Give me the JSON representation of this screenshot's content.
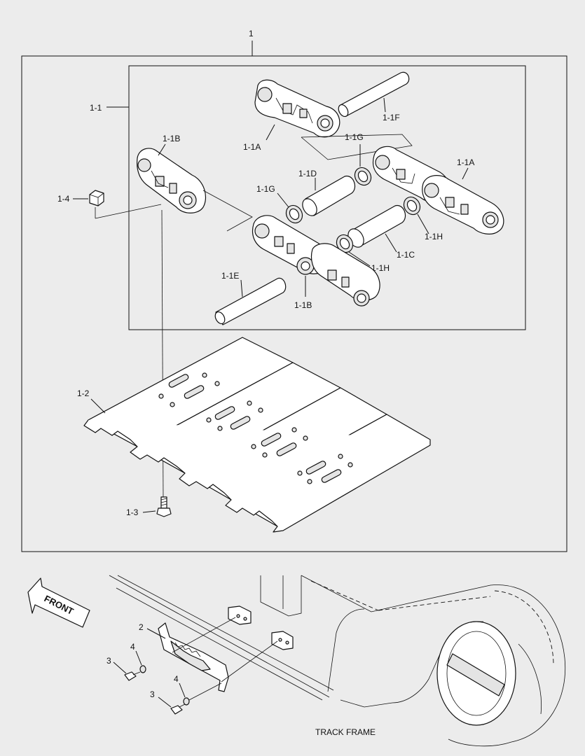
{
  "labels": {
    "assembly": "1",
    "link_assembly": "1-1",
    "link_left_a": "1-1A",
    "link_right_a": "1-1A",
    "link_left_b": "1-1B",
    "link_right_b": "1-1B",
    "bushing": "1-1C",
    "pin_d": "1-1D",
    "pin_e": "1-1E",
    "pin_f": "1-1F",
    "seal_g_top": "1-1G",
    "seal_g_left": "1-1G",
    "seal_h_right": "1-1H",
    "seal_h_bottom": "1-1H",
    "shoe": "1-2",
    "bolt": "1-3",
    "nut": "1-4",
    "guard": "2",
    "bolt_small_1": "3",
    "bolt_small_2": "3",
    "washer_1": "4",
    "washer_2": "4",
    "front_arrow": "FRONT",
    "track_frame": "TRACK FRAME"
  }
}
